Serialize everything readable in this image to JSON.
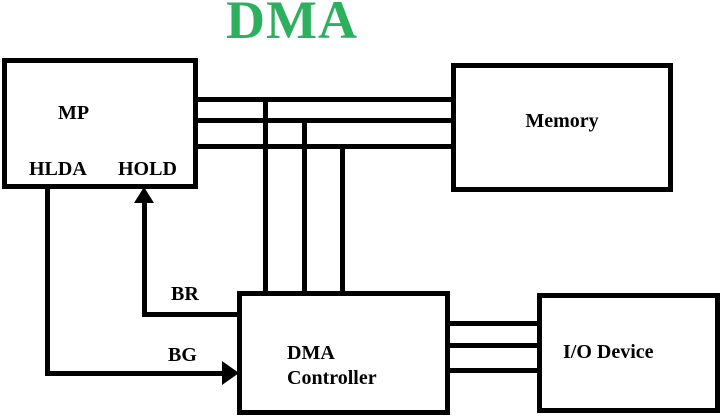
{
  "title": "DMA",
  "blocks": {
    "mp": {
      "label": "MP",
      "pin_hlda": "HLDA",
      "pin_hold": "HOLD"
    },
    "memory": {
      "label": "Memory"
    },
    "dma_controller": {
      "label_line1": "DMA",
      "label_line2": "Controller"
    },
    "io_device": {
      "label": "I/O Device"
    }
  },
  "signals": {
    "bus_request": "BR",
    "bus_grant": "BG"
  },
  "connections": {
    "mp_to_memory_bus_lines": 3,
    "bus_to_dma_controller_lines": 3,
    "dma_controller_to_io_device_lines": 3,
    "hold_arrow_direction": "up-into-mp",
    "bg_arrow_direction": "right-into-dma-controller"
  },
  "colors": {
    "title": "#2db05e",
    "line": "#000000",
    "text": "#000000",
    "background": "#ffffff"
  }
}
